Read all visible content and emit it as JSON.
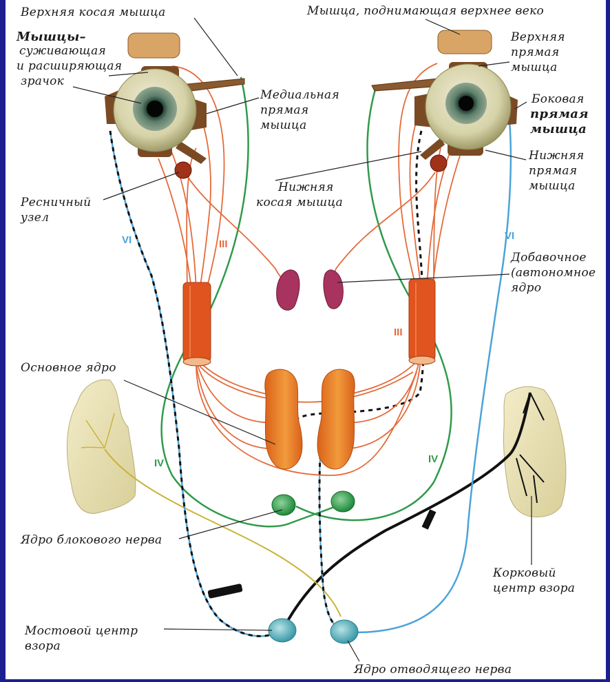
{
  "labels": {
    "sup_oblique": "Верхняя косая мышца",
    "levator": "Мышца, поднимающая верхнее веко",
    "pupil_l1": "Мышцы–",
    "pupil_l2": "суживающая",
    "pupil_l3": "и расширяющая",
    "pupil_l4": "зрачок",
    "sup_rectus_l1": "Верхняя",
    "sup_rectus_l2": "прямая",
    "sup_rectus_l3": "мышца",
    "med_rectus_l1": "Медиальная",
    "med_rectus_l2": "прямая",
    "med_rectus_l3": "мышца",
    "lat_rectus_l1": "Боковая",
    "lat_rectus_l2": "прямая",
    "lat_rectus_l3": "мышца",
    "inf_rectus_l1": "Нижняя",
    "inf_rectus_l2": "прямая",
    "inf_rectus_l3": "мышца",
    "inf_oblique_l1": "Нижняя",
    "inf_oblique_l2": "косая мышца",
    "ciliary_l1": "Ресничный",
    "ciliary_l2": "узел",
    "accessory_l1": "Добавочное",
    "accessory_l2": "(автономное",
    "accessory_l3": "ядро",
    "main_nucleus": "Основное ядро",
    "trochlear_nucleus": "Ядро блокового нерва",
    "cortical_l1": "Корковый",
    "cortical_l2": "центр взора",
    "pontine_l1": "Мостовой центр",
    "pontine_l2": "взора",
    "abducens_nucleus": "Ядро отводящего нерва"
  },
  "nerve_numerals": {
    "left_vi": "VI",
    "left_iii": "III",
    "left_iv": "IV",
    "right_vi": "VI",
    "right_iii": "III",
    "right_iv": "IV"
  },
  "colors": {
    "oculomotor": "#e46a3a",
    "trochlear": "#2f9a4a",
    "abducens": "#4aa3d8",
    "accessory": "#a8335e",
    "nucleus": "#e5822b",
    "cortex_fibers": "#c9b43a",
    "frame": "#1b1f8f"
  }
}
